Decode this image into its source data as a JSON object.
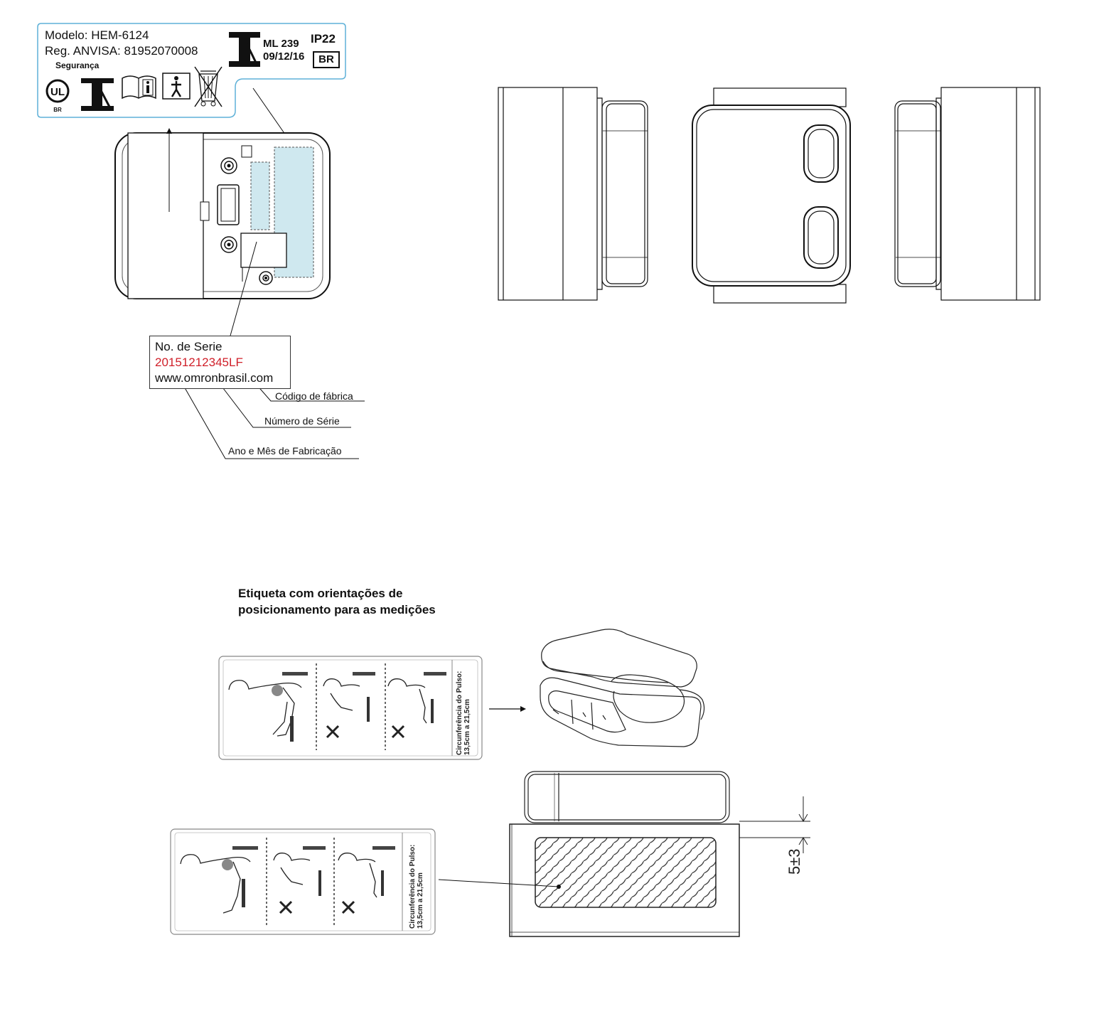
{
  "device_label": {
    "modelo": "Modelo: HEM-6124",
    "reg": "Reg. ANVISA: 81952070008",
    "seguranca": "Segurança",
    "ml": "ML 239",
    "date": "09/12/16",
    "ip": "IP22",
    "br": "BR",
    "ul_mark": "UL",
    "ul_sub": "BR"
  },
  "serial_label": {
    "title": "No. de Serie",
    "number": "20151212345LF",
    "website": "www.omronbrasil.com"
  },
  "callouts": {
    "factory_code": "Código de fábrica",
    "serial_number": "Número de Série",
    "year_month": "Ano e Mês de Fabricação"
  },
  "section": {
    "title_line1": "Etiqueta com orientações de",
    "title_line2": "posicionamento para as medições"
  },
  "wrist_label": {
    "line1": "Circunferência do Pulso:",
    "line2": "13,5cm a 21,5cm"
  },
  "dimension": {
    "value": "5±3"
  },
  "colors": {
    "label_border": "#5fb1d8",
    "highlight_fill": "#cfe8ef",
    "serial_red": "#d0202a",
    "line": "#222222"
  }
}
